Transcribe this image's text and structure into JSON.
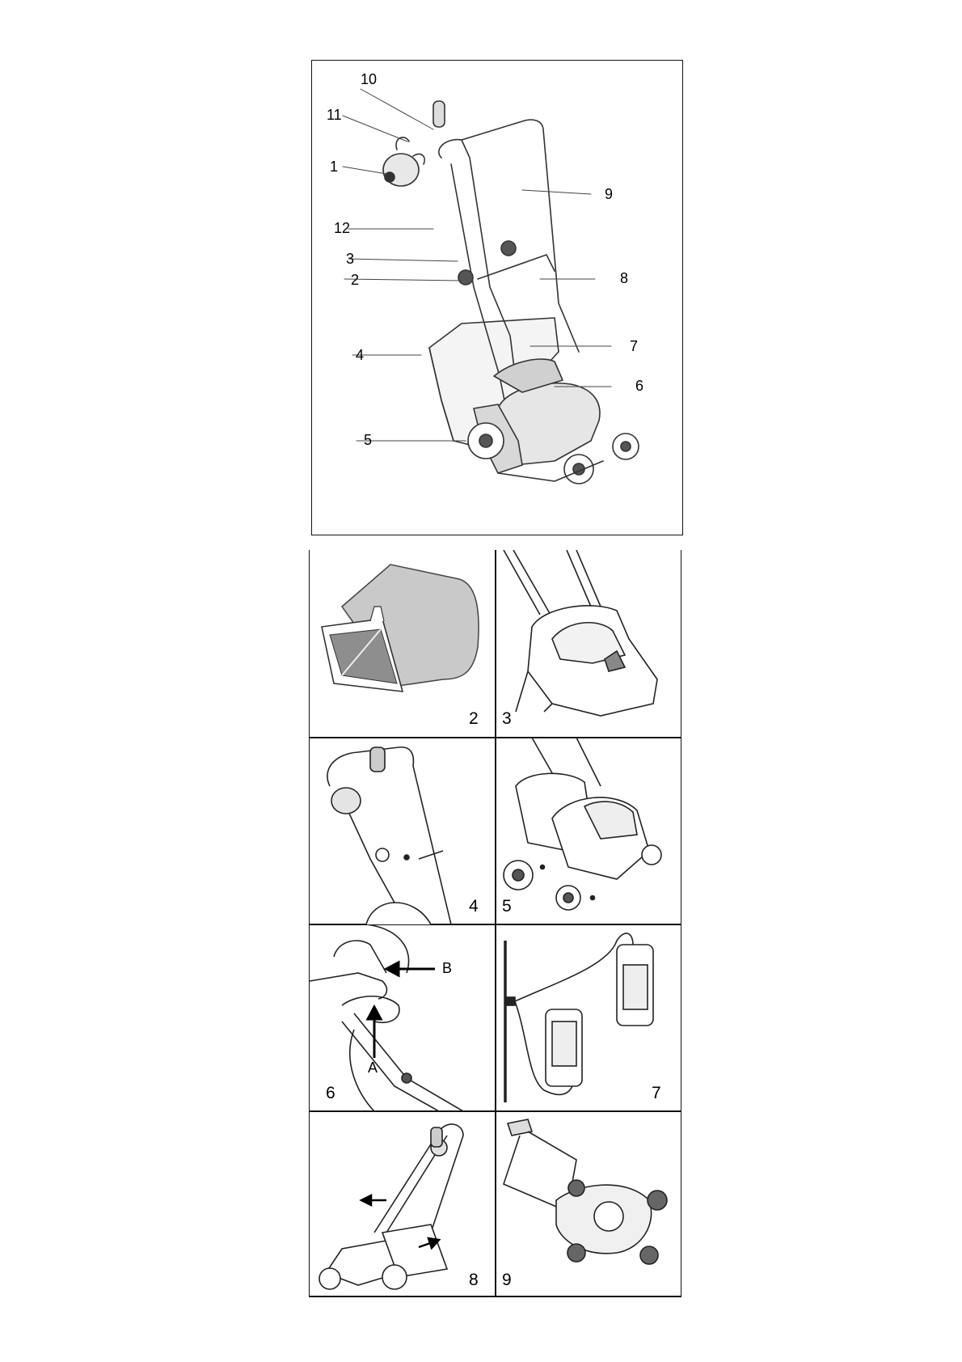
{
  "main_figure": {
    "callouts": [
      "1",
      "2",
      "3",
      "4",
      "5",
      "6",
      "7",
      "8",
      "9",
      "10",
      "11",
      "12"
    ]
  },
  "panels": [
    {
      "number": "2"
    },
    {
      "number": "3"
    },
    {
      "number": "4"
    },
    {
      "number": "5"
    },
    {
      "number": "6",
      "markers": [
        "A",
        "B"
      ]
    },
    {
      "number": "7"
    },
    {
      "number": "8"
    },
    {
      "number": "9"
    }
  ]
}
